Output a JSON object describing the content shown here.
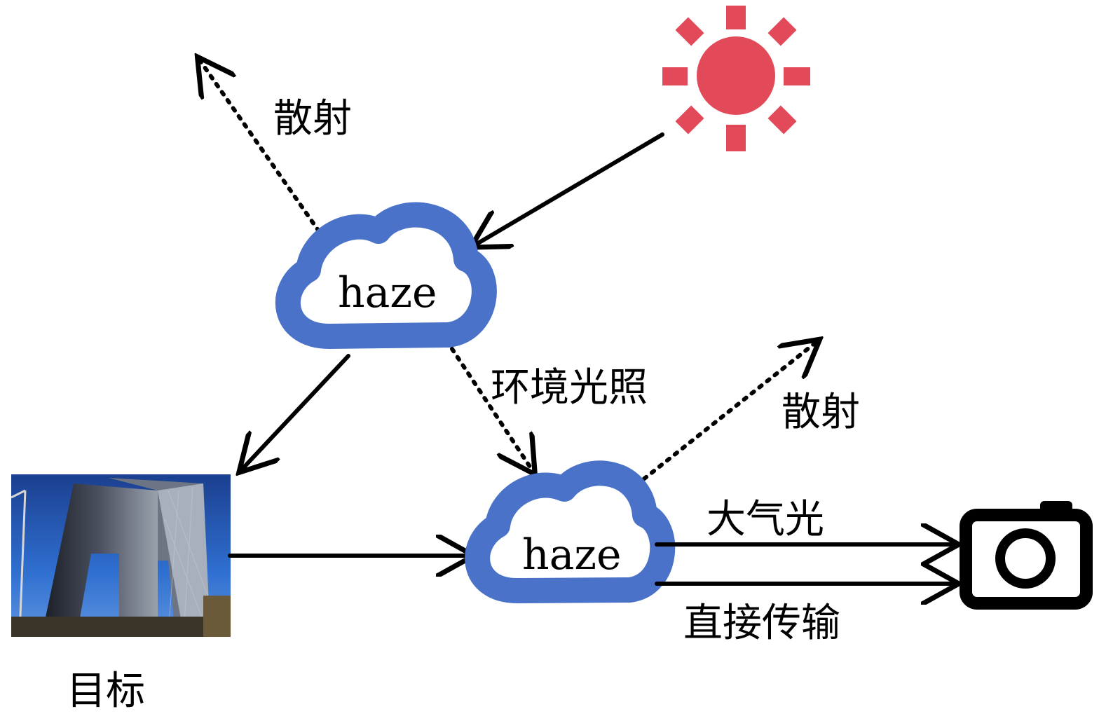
{
  "labels": {
    "scatter_top": "散射",
    "scatter_right": "散射",
    "ambient_light": "环境光照",
    "airlight": "大气光",
    "direct_transmission": "直接传输",
    "target": "目标"
  },
  "clouds": {
    "upper": "haze",
    "lower": "haze"
  },
  "colors": {
    "sun": "#e24a5a",
    "cloud_outline": "#4a72c8",
    "arrow": "#000000",
    "camera": "#000000"
  },
  "icons": {
    "sun": "sun-icon",
    "cloud": "cloud-icon",
    "camera": "camera-icon",
    "target_image": "building-photo"
  }
}
